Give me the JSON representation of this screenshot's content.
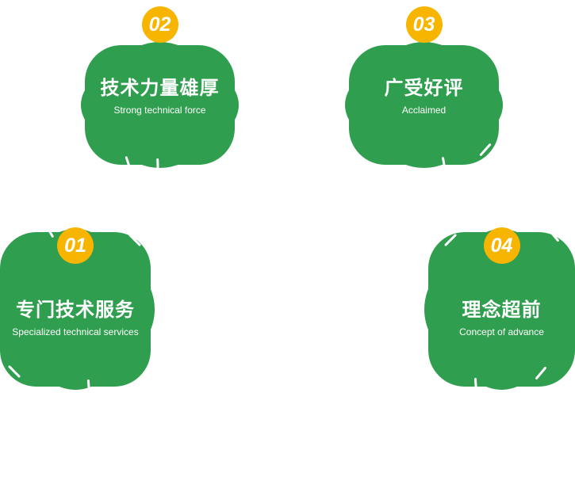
{
  "colors": {
    "green": "#2f9e4f",
    "yellow": "#f8b500",
    "text_on_green": "#ffffff"
  },
  "features": [
    {
      "number": "01",
      "title": "专门技术服务",
      "subtitle": "Specialized technical services"
    },
    {
      "number": "02",
      "title": "技术力量雄厚",
      "subtitle": "Strong technical force"
    },
    {
      "number": "03",
      "title": "广受好评",
      "subtitle": "Acclaimed"
    },
    {
      "number": "04",
      "title": "理念超前",
      "subtitle": "Concept of advance"
    }
  ]
}
